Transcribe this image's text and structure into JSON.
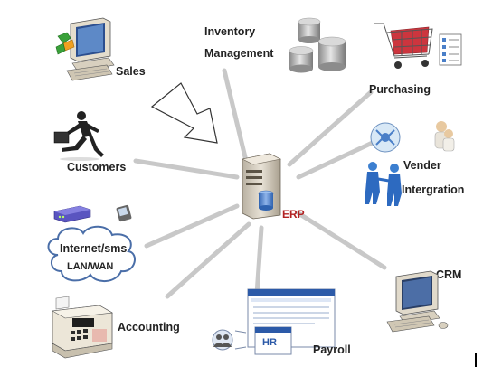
{
  "center": {
    "label": "ERP"
  },
  "nodes": {
    "sales": {
      "label": "Sales"
    },
    "inventory": {
      "line1": "Inventory",
      "line2": "Management"
    },
    "purchasing": {
      "label": "Purchasing"
    },
    "customers": {
      "label": "Customers"
    },
    "vender": {
      "line1": "Vender",
      "line2": "Intergration"
    },
    "internet": {
      "line1": "Internet/sms",
      "line2": "LAN/WAN"
    },
    "crm": {
      "label": "CRM"
    },
    "accounting": {
      "label": "Accounting"
    },
    "payroll": {
      "label": "Payroll",
      "screen_text": "HR"
    }
  },
  "colors": {
    "connector": "#c8c8c8",
    "center_label": "#b22222",
    "server_body": "#d9d3c7",
    "db_blue": "#4a7fc8"
  }
}
